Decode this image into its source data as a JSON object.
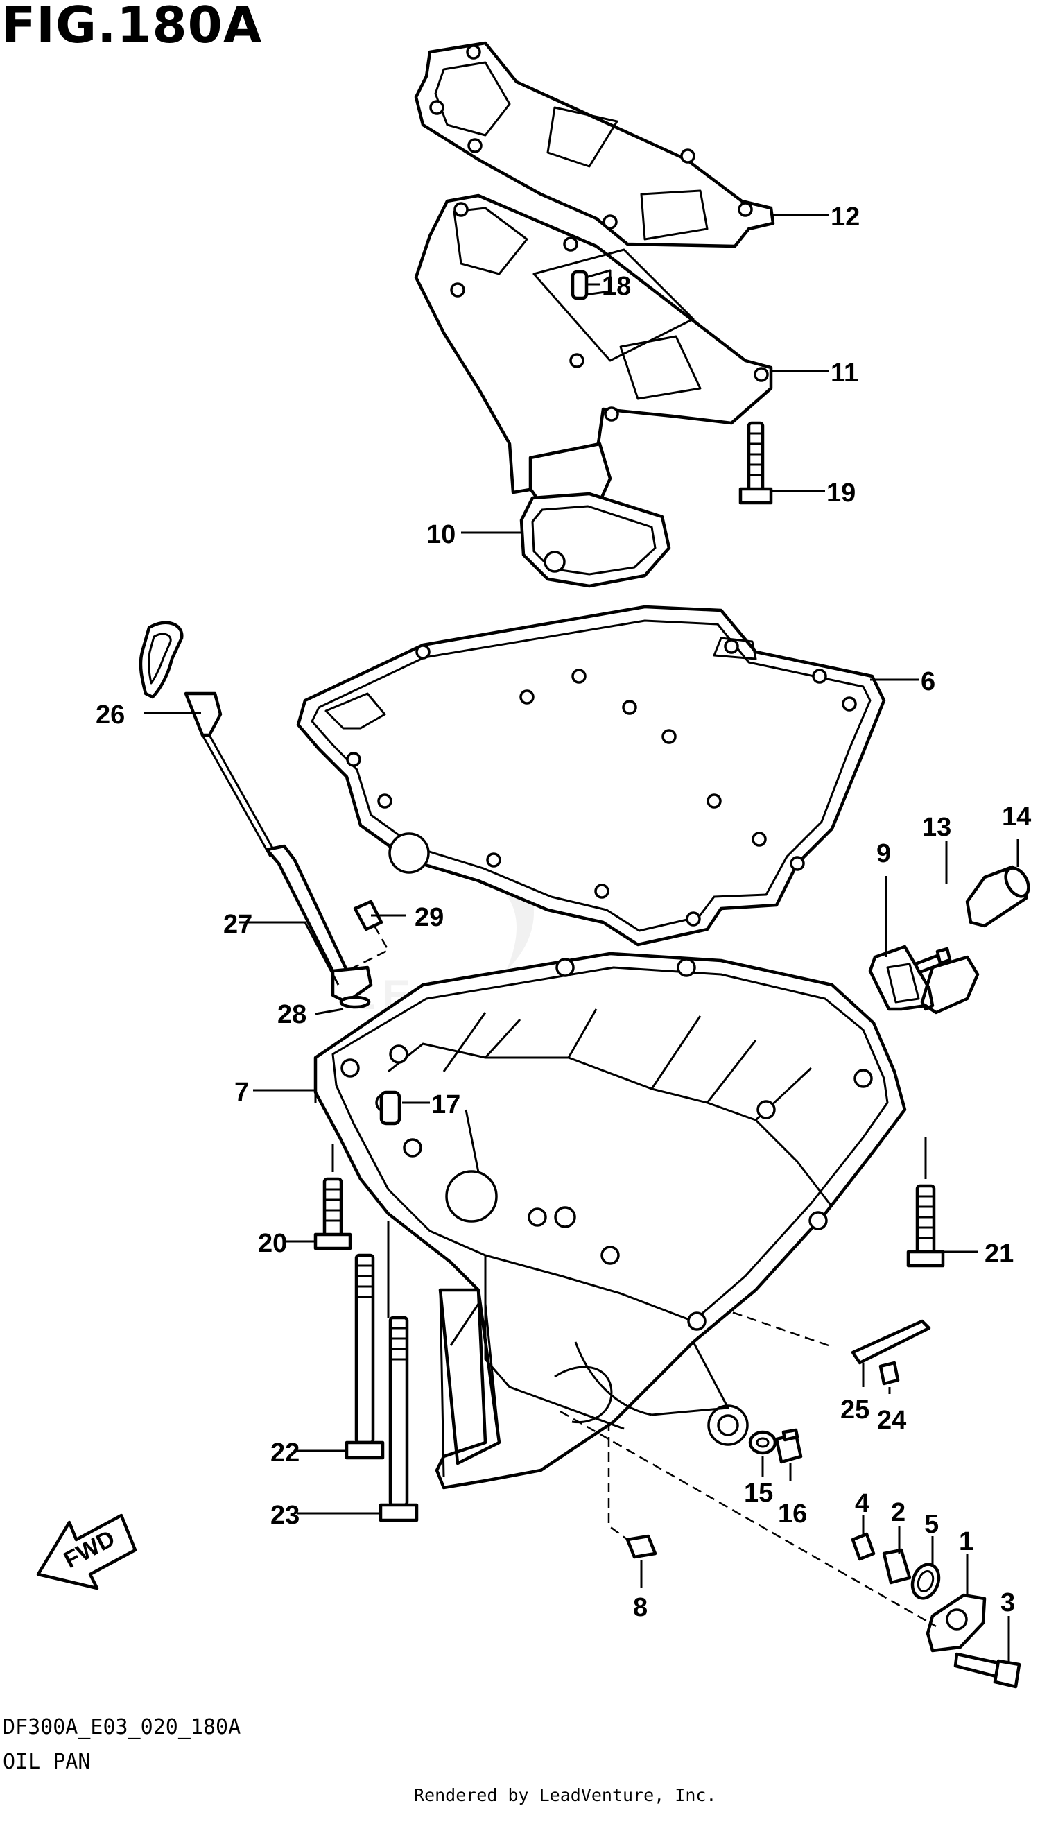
{
  "figure": {
    "title": "FIG.180A",
    "code": "DF300A_E03_020_180A",
    "subtitle": "OIL PAN",
    "credit": "Rendered by LeadVenture, Inc.",
    "fwd_label": "FWD",
    "watermark": "LEADVENTURE"
  },
  "callouts": {
    "c1": "1",
    "c2": "2",
    "c3": "3",
    "c4": "4",
    "c5": "5",
    "c6": "6",
    "c7": "7",
    "c8": "8",
    "c9": "9",
    "c10": "10",
    "c11": "11",
    "c12": "12",
    "c13": "13",
    "c14": "14",
    "c15": "15",
    "c16": "16",
    "c17": "17",
    "c18": "18",
    "c19": "19",
    "c20": "20",
    "c21": "21",
    "c22": "22",
    "c23": "23",
    "c24": "24",
    "c25": "25",
    "c26": "26",
    "c27": "27",
    "c28": "28",
    "c29": "29"
  }
}
